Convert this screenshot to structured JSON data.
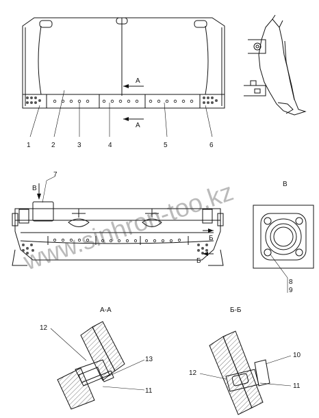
{
  "labels": {
    "p1": "1",
    "p2": "2",
    "p3": "3",
    "p4": "4",
    "p5": "5",
    "p6": "6",
    "p7": "7",
    "p8": "8",
    "p9": "9",
    "p10": "10",
    "p11": "11",
    "p11b": "11",
    "p12": "12",
    "p12b": "12",
    "p13": "13"
  },
  "section_marks": {
    "a_upper": "A",
    "a_lower": "A",
    "v_mark": "В",
    "v_view": "В",
    "b_upper": "Б",
    "b_lower": "Б"
  },
  "section_titles": {
    "aa": "А-А",
    "bb": "Б-Б"
  },
  "watermark": "www.sinhron-too.kz"
}
